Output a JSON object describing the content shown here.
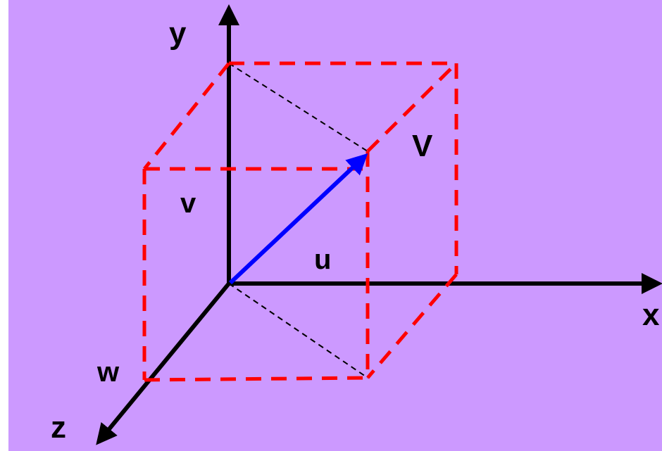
{
  "colors": {
    "background": "#cc99ff",
    "axis": "#000000",
    "box_edges": "#ff0000",
    "projection_lines": "#000000",
    "vector": "#0000ff"
  },
  "labels": {
    "x_axis": "x",
    "y_axis": "y",
    "z_axis": "z",
    "vector": "V",
    "component_u": "u",
    "component_v": "v",
    "component_w": "w"
  }
}
